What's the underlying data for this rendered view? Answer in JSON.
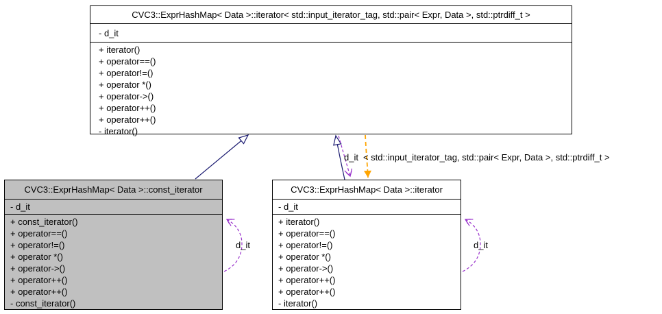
{
  "diagram": {
    "type": "uml-collaboration-diagram",
    "nodes": {
      "base": {
        "title": "CVC3::ExprHashMap< Data >::iterator< std::input_iterator_tag, std::pair< Expr, Data >, std::ptrdiff_t >",
        "attributes": [
          "- d_it"
        ],
        "methods": [
          "+ iterator()",
          "+ operator==()",
          "+ operator!=()",
          "+ operator *()",
          "+ operator->()",
          "+ operator++()",
          "+ operator++()",
          "- iterator()"
        ]
      },
      "const_iterator": {
        "title": "CVC3::ExprHashMap< Data >::const_iterator",
        "attributes": [
          "- d_it"
        ],
        "methods": [
          "+ const_iterator()",
          "+ operator==()",
          "+ operator!=()",
          "+ operator *()",
          "+ operator->()",
          "+ operator++()",
          "+ operator++()",
          "- const_iterator()"
        ]
      },
      "iterator": {
        "title": "CVC3::ExprHashMap< Data >::iterator",
        "attributes": [
          "- d_it"
        ],
        "methods": [
          "+ iterator()",
          "+ operator==()",
          "+ operator!=()",
          "+ operator *()",
          "+ operator->()",
          "+ operator++()",
          "+ operator++()",
          "- iterator()"
        ]
      }
    },
    "edges": {
      "usage_mid_label": "d_it",
      "template_args_label": "< std::input_iterator_tag, std::pair< Expr, Data >, std::ptrdiff_t >",
      "const_self_loop_label": "d_it",
      "iterator_self_loop_label": "d_it"
    },
    "colors": {
      "inheritance_arrow": "#191970",
      "usage_arrow": "#9932cc",
      "template_arrow": "#ffa500",
      "highlighted_node_fill": "#c0c0c0",
      "node_fill": "#ffffff",
      "node_border": "#000000"
    }
  }
}
